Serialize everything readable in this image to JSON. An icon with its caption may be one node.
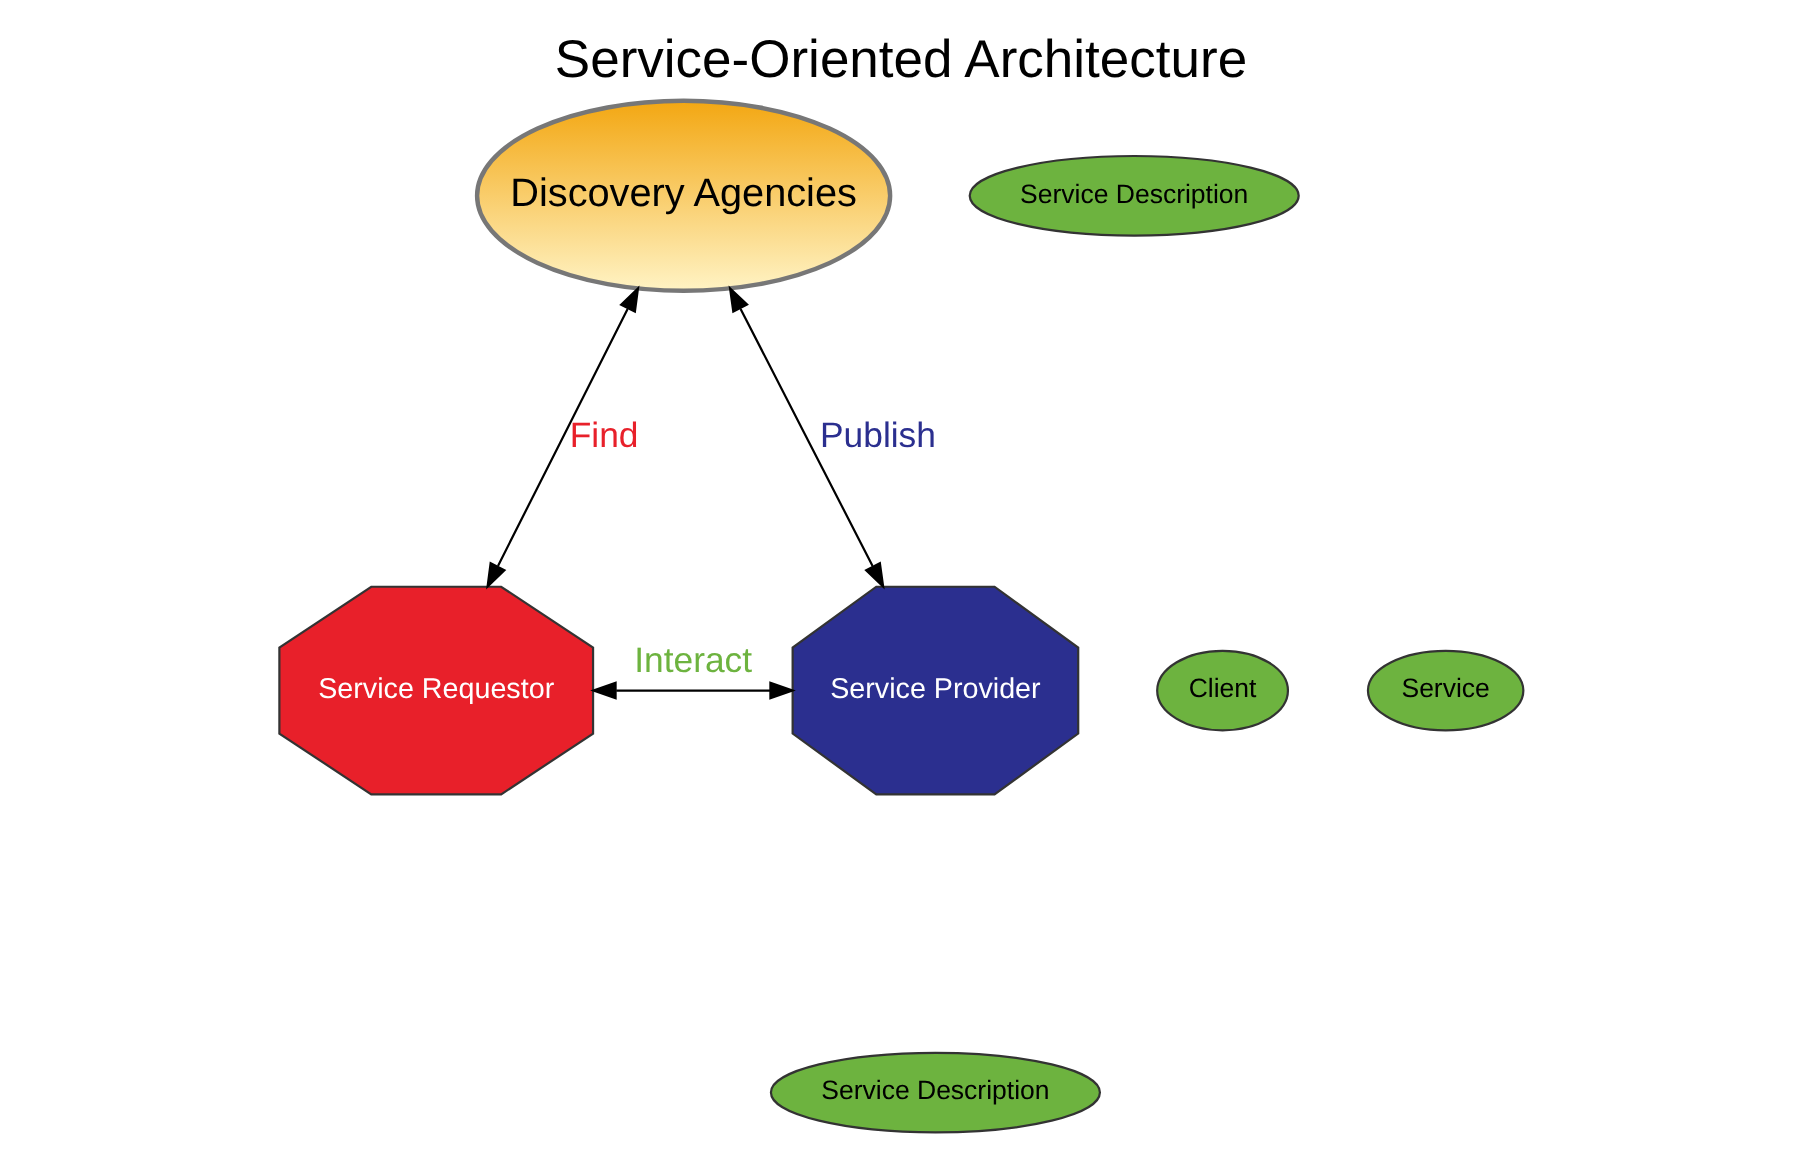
{
  "diagram": {
    "title": "Service-Oriented Architecture",
    "nodes": [
      {
        "text": [
          "Discovery Agencies"
        ]
      },
      {
        "text": [
          "Service Description"
        ]
      },
      {
        "text": [
          "Service Requestor"
        ]
      },
      {
        "text": [
          "Client"
        ]
      },
      {
        "text": [
          "Service Provider"
        ]
      },
      {
        "text": [
          "Service"
        ]
      },
      {
        "text": [
          "Service Description"
        ]
      }
    ],
    "edges": [
      {
        "from": 0,
        "to": 2,
        "arrow": "both",
        "label": "Find"
      },
      {
        "from": 0,
        "to": 4,
        "arrow": "both",
        "label": "Publish"
      },
      {
        "from": 2,
        "to": 4,
        "arrow": "both",
        "label": "Interact"
      }
    ]
  }
}
